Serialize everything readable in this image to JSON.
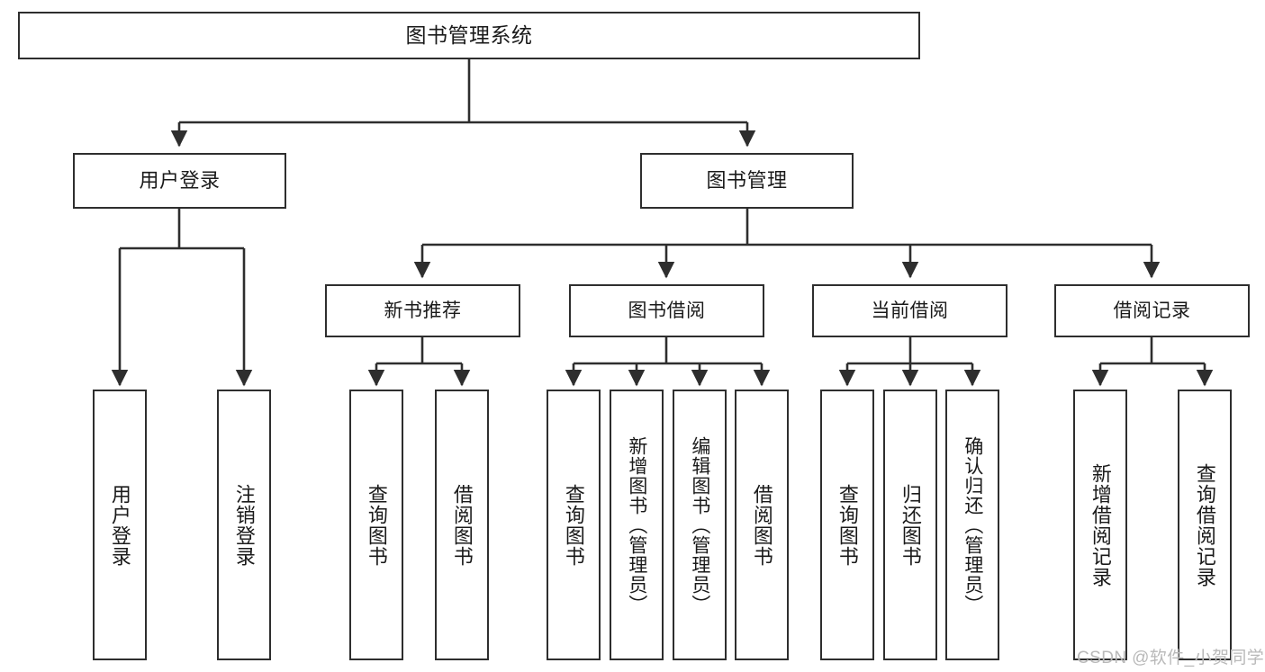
{
  "diagram": {
    "type": "tree-hierarchy",
    "title": "图书管理系统",
    "stroke_color": "#2e2e2e",
    "background_color": "#ffffff",
    "watermark": "CSDN @软件_小贺同学",
    "nodes": {
      "root": {
        "label": "图书管理系统"
      },
      "level2": [
        {
          "key": "user_login",
          "label": "用户登录"
        },
        {
          "key": "book_manage",
          "label": "图书管理"
        }
      ],
      "level3": [
        {
          "key": "new_book_rec",
          "label": "新书推荐"
        },
        {
          "key": "book_borrow",
          "label": "图书借阅"
        },
        {
          "key": "current_borrow",
          "label": "当前借阅"
        },
        {
          "key": "borrow_record",
          "label": "借阅记录"
        }
      ],
      "leaves": {
        "user_login": [
          {
            "label": "用户登录"
          },
          {
            "label": "注销登录"
          }
        ],
        "new_book_rec": [
          {
            "label": "查询图书"
          },
          {
            "label": "借阅图书"
          }
        ],
        "book_borrow": [
          {
            "label": "查询图书"
          },
          {
            "label": "新增图书（管理员）"
          },
          {
            "label": "编辑图书（管理员）"
          },
          {
            "label": "借阅图书"
          }
        ],
        "current_borrow": [
          {
            "label": "查询图书"
          },
          {
            "label": "归还图书"
          },
          {
            "label": "确认归还（管理员）"
          }
        ],
        "borrow_record": [
          {
            "label": "新增借阅记录"
          },
          {
            "label": "查询借阅记录"
          }
        ]
      }
    }
  }
}
